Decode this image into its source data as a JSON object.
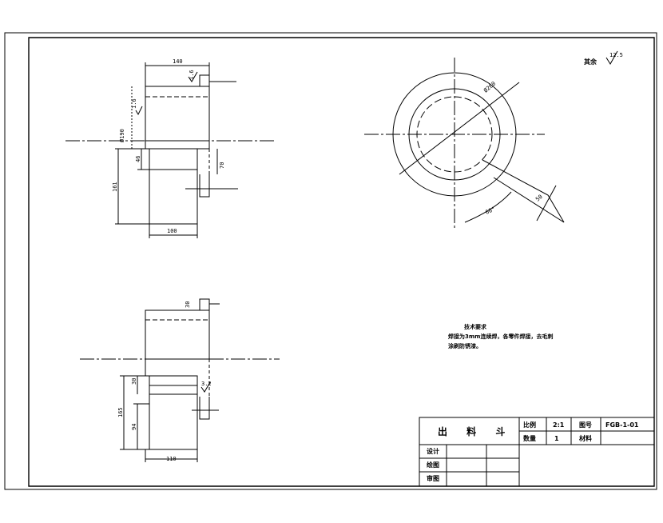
{
  "views": {
    "top": {
      "width": "140",
      "dia": "Ø190",
      "h161": "161",
      "h46": "46",
      "h70": "70",
      "w100": "100",
      "rough1": "1.6",
      "rough2": "1.6"
    },
    "bottom": {
      "tab": "30",
      "h165": "165",
      "h94": "94",
      "h30": "30",
      "w110": "110",
      "rough": "3.2"
    },
    "circle": {
      "dia": "Ø260",
      "angle": "60°",
      "len": "50"
    }
  },
  "corner_note": {
    "label": "其余",
    "rough": "12.5"
  },
  "tech_req": {
    "title": "技术要求",
    "line1": "焊接为3mm连续焊，各零件焊接，去毛刺",
    "line2": "涂刷防锈漆。"
  },
  "title_block": {
    "name": "出 料 斗",
    "scale_label": "比例",
    "scale_value": "2:1",
    "drawing_no_label": "图号",
    "drawing_no_value": "FGB-1-01",
    "qty_label": "数量",
    "qty_value": "1",
    "material_label": "材料",
    "design_label": "设计",
    "draw_label": "绘图",
    "review_label": "审图"
  }
}
